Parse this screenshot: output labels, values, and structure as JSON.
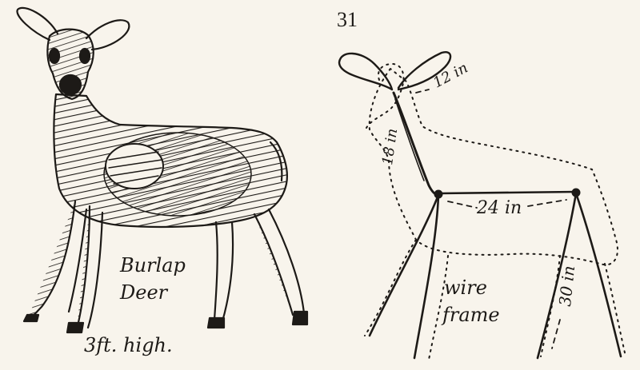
{
  "page_number": "31",
  "left_figure": {
    "label_line1": "Burlap",
    "label_line2": "Deer",
    "height_note": "3ft. high."
  },
  "right_figure": {
    "label_line1": "wire",
    "label_line2": "frame",
    "ear_measure": "12 in",
    "neck_measure": "18 in",
    "body_measure": "24 in",
    "leg_measure": "30 in"
  },
  "colors": {
    "paper": "#f8f4ec",
    "ink": "#1d1a17"
  }
}
